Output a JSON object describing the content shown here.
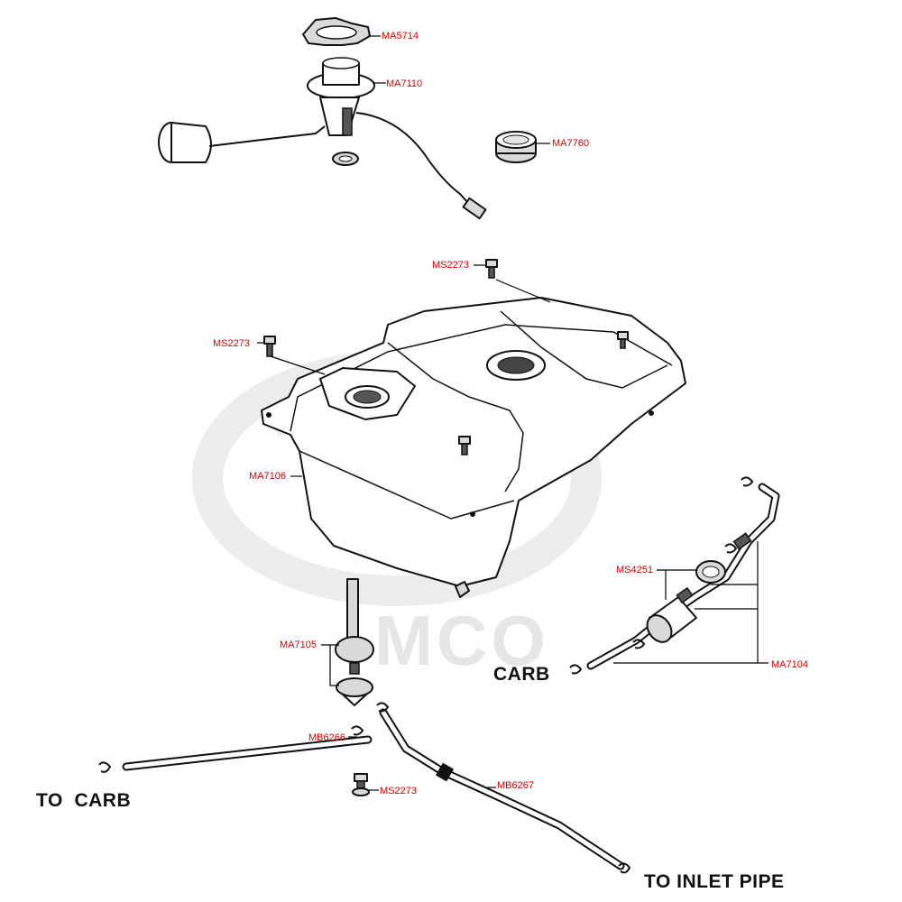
{
  "watermark": {
    "text": "MCO",
    "color": "#e6e6e6"
  },
  "labels": {
    "ma5714": "MA5714",
    "ma7110": "MA7110",
    "ma7760": "MA7760",
    "ms2273_top": "MS2273",
    "ms2273_left": "MS2273",
    "ma7106": "MA7106",
    "ms4251": "MS4251",
    "ma7105": "MA7105",
    "ma7104": "MA7104",
    "mb6266": "MB6266",
    "ms2273_bottom": "MS2273",
    "mb6267": "MB6267"
  },
  "callouts": {
    "carb_right": "CARB",
    "to_carb": "TO  CARB",
    "to_inlet": "TO INLET PIPE"
  },
  "colors": {
    "label": "#d40000",
    "line": "#000000",
    "watermark": "#e6e6e6"
  }
}
